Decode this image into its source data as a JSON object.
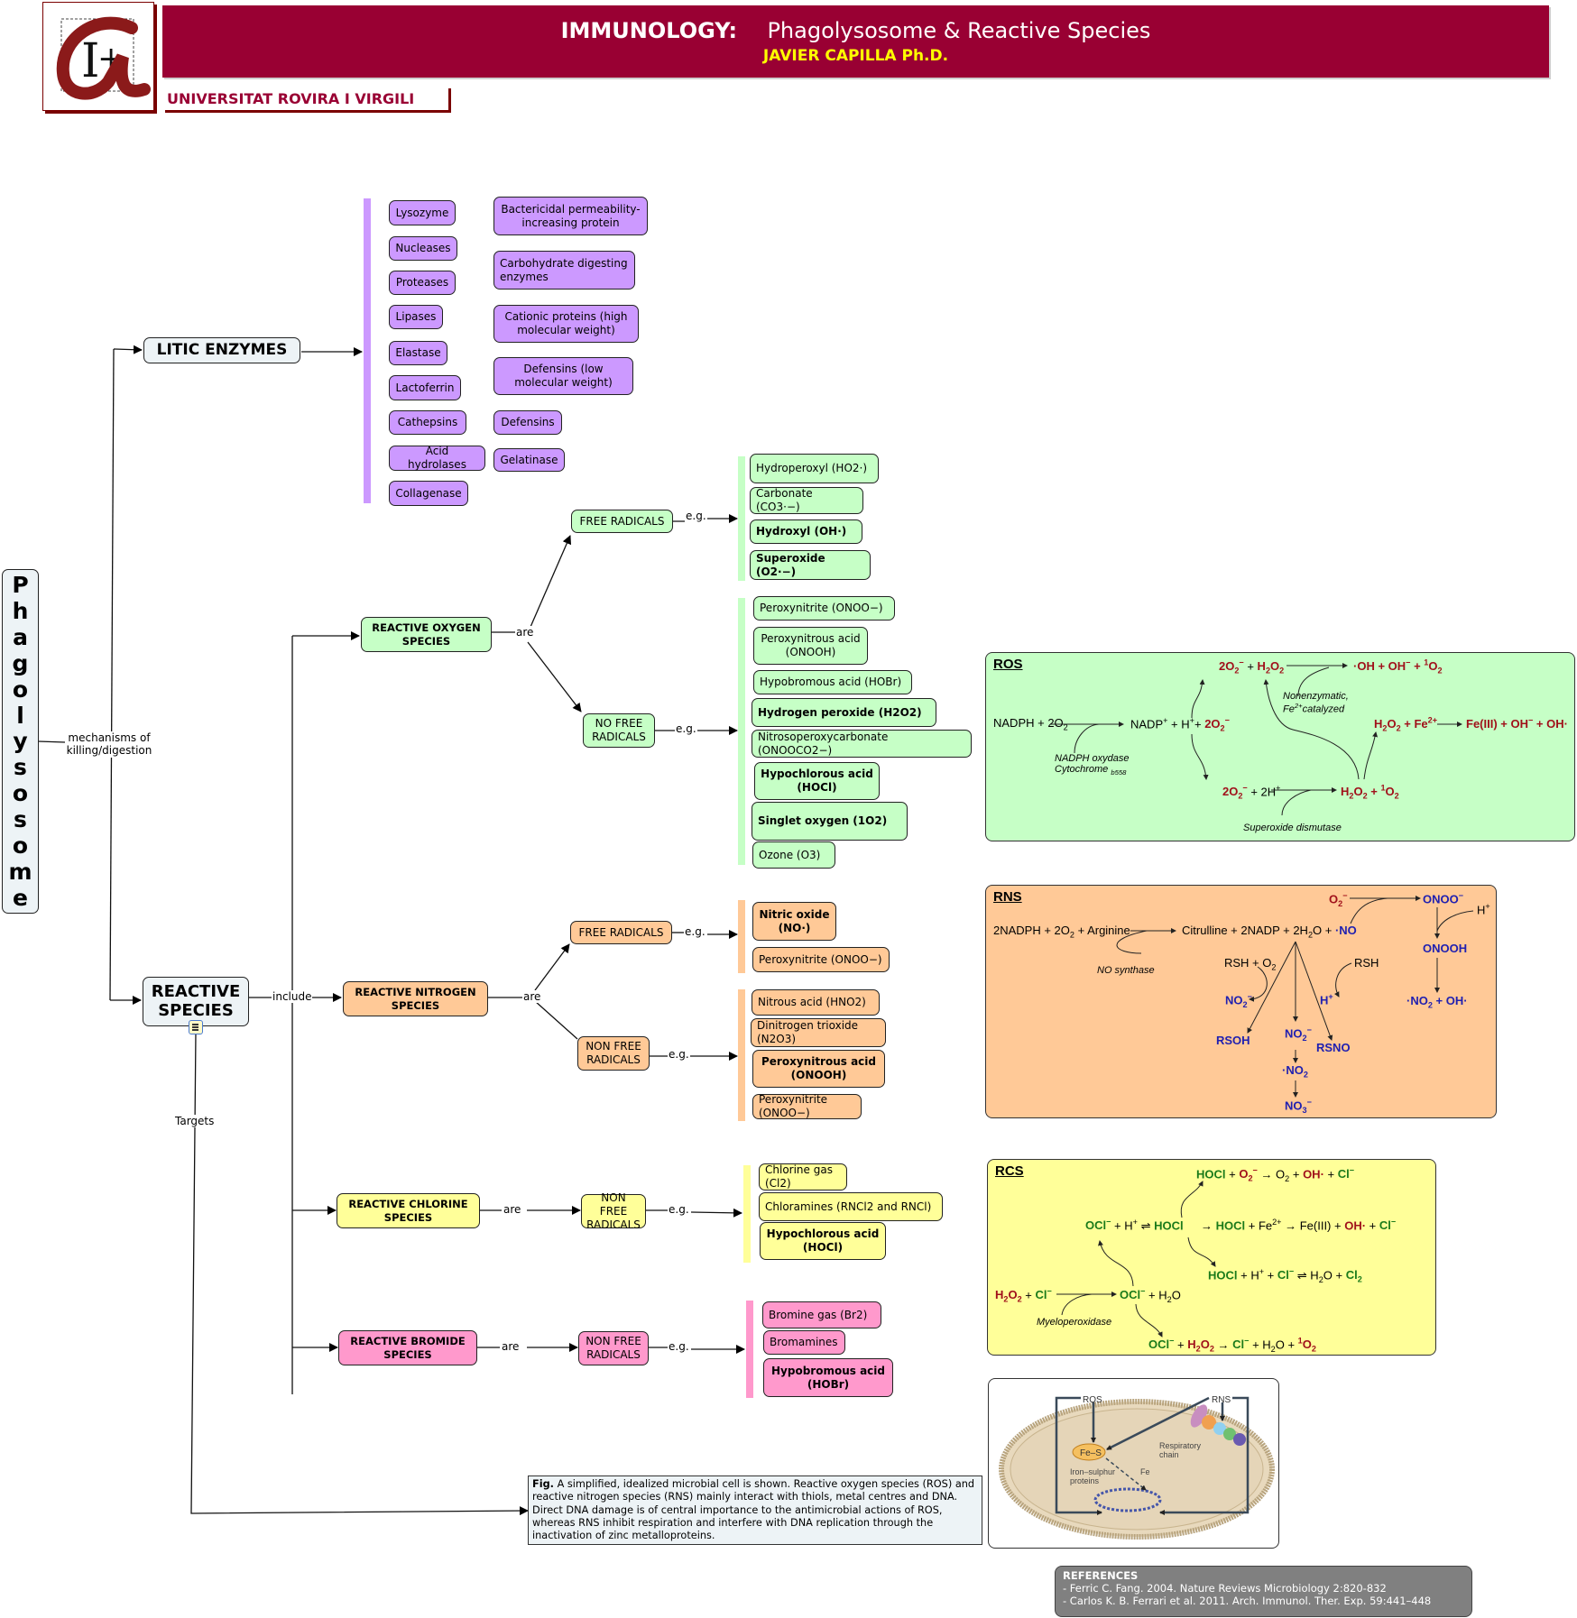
{
  "header": {
    "title_bold": "IMMUNOLOGY:",
    "title_rest": "Phagolysosome & Reactive Species",
    "author": "JAVIER CAPILLA Ph.D.",
    "university": "UNIVERSITAT ROVIRA I VIRGILI",
    "logo_icon": "university-logo"
  },
  "colors": {
    "header_bg": "#990033",
    "author": "#ffff00",
    "litic": "#cc99ff",
    "ros": "#c6ffc6",
    "rns": "#ffc997",
    "rcs": "#ffff99",
    "rbs": "#ff99cc"
  },
  "root": {
    "label": "Phagolysosome",
    "link_label": "mechanisms of killing/digestion"
  },
  "litic": {
    "label": "LITIC ENZYMES",
    "col1": [
      "Lysozyme",
      "Nucleases",
      "Proteases",
      "Lipases",
      "Elastase",
      "Lactoferrin",
      "Cathepsins",
      "Acid hydrolases",
      "Collagenase"
    ],
    "col2": [
      "Bactericidal permeability-increasing protein",
      "Carbohydrate digesting enzymes",
      "Cationic proteins (high molecular weight)",
      "Defensins (low molecular weight)",
      "Defensins",
      "Gelatinase"
    ]
  },
  "reactive": {
    "label": "REACTIVE SPECIES",
    "include_label": "include",
    "targets_label": "Targets",
    "note_icon": "note-icon"
  },
  "ros": {
    "label": "REACTIVE OXYGEN SPECIES",
    "are": "are",
    "free": "FREE RADICALS",
    "nofree": "NO FREE RADICALS",
    "eg": "e.g.",
    "free_items": [
      "Hydroperoxyl (HO2·)",
      "Carbonate (CO3·−)",
      "Hydroxyl (OH·)",
      "Superoxide (O2·−)"
    ],
    "nofree_items": [
      "Peroxynitrite (ONOO−)",
      "Peroxynitrous acid (ONOOH)",
      "Hypobromous acid (HOBr)",
      "Hydrogen peroxide (H2O2)",
      "Nitrosoperoxycarbonate (ONOOCO2−)",
      "Hypochlorous acid (HOCl)",
      "Singlet oxygen (1O2)",
      "Ozone (O3)"
    ]
  },
  "rns": {
    "label": "REACTIVE NITROGEN SPECIES",
    "are": "are",
    "free": "FREE RADICALS",
    "nofree": "NON FREE RADICALS",
    "eg": "e.g.",
    "free_items": [
      "Nitric oxide (NO·)",
      "Peroxynitrite (ONOO−)"
    ],
    "nofree_items": [
      "Nitrous acid (HNO2)",
      "Dinitrogen trioxide (N2O3)",
      "Peroxynitrous acid (ONOOH)",
      "Peroxynitrite (ONOO−)"
    ]
  },
  "rcs": {
    "label": "REACTIVE CHLORINE SPECIES",
    "are": "are",
    "nofree": "NON FREE RADICALS",
    "eg": "e.g.",
    "items": [
      "Chlorine gas (Cl2)",
      "Chloramines (RNCl2 and RNCl)",
      "Hypochlorous acid (HOCl)"
    ]
  },
  "rbs": {
    "label": "REACTIVE BROMIDE SPECIES",
    "are": "are",
    "nofree": "NON FREE RADICALS",
    "eg": "e.g.",
    "items": [
      "Bromine gas (Br2)",
      "Bromamines",
      "Hypobromous acid (HOBr)"
    ]
  },
  "panels": {
    "ros": {
      "title": "ROS",
      "eq1": "NADPH + 2O2 → NADP+ + H+ + 2O2−",
      "eq2": "2O2− + H2O2 → ·OH + OH− + 1O2",
      "eq3": "2O2− + 2H+ → H2O2 + 1O2",
      "eq4": "H2O2 + Fe2+ → Fe(III) + OH− + OH·",
      "enz1": "NADPH oxydase",
      "enz1b": "Cytochrome b558",
      "enz2": "Nonenzymatic,",
      "enz2b": "Fe2+catalyzed",
      "enz3": "Superoxide dismutase"
    },
    "rns": {
      "title": "RNS",
      "eq1": "2NADPH + 2O2 + Arginine → Citrulline + 2NADP + 2H2O + ·NO",
      "enz1": "NO synthase",
      "products": [
        "RSH + O2",
        "NO2−",
        "RSOH",
        "NO2−",
        "·NO2",
        "NO3−",
        "RSH",
        "H+",
        "RSNO",
        "O2−",
        "ONOO−",
        "H+",
        "ONOOH",
        "·NO2 + OH·"
      ]
    },
    "rcs": {
      "title": "RCS",
      "eq1": "H2O2 + Cl− → OCl− + H2O",
      "eq2": "OCl− + H+ ⇌ HOCl",
      "eq3": "HOCl + O2·− → O2 + OH· + Cl−",
      "eq4": "HOCl + Fe2+ → Fe(III) + OH· + Cl−",
      "eq5": "HOCl + H+ + Cl− ⇌ H2O + Cl2",
      "eq6": "OCl− + H2O2 → Cl− + H2O + 1O2",
      "enz1": "Myeloperoxidase"
    },
    "cell": {
      "ros": "ROS",
      "rns": "RNS",
      "fes": "Fe–S",
      "iron": "Iron–sulphur proteins",
      "fe": "Fe",
      "resp": "Respiratory chain"
    }
  },
  "caption": {
    "bold": "Fig.",
    "text": "A simplified, idealized microbial cell is shown. Reactive oxygen species (ROS) and reactive nitrogen species (RNS) mainly interact with thiols, metal centres and DNA. Direct DNA damage is of central importance to the antimicrobial actions of ROS, whereas RNS inhibit respiration and interfere with DNA replication through the inactivation of zinc metalloproteins."
  },
  "references": {
    "title": "REFERENCES",
    "items": [
      "- Ferric C. Fang. 2004. Nature Reviews Microbiology 2:820-832",
      "- Carlos K. B. Ferrari et al. 2011. Arch. Immunol. Ther. Exp.  59:441–448"
    ]
  }
}
